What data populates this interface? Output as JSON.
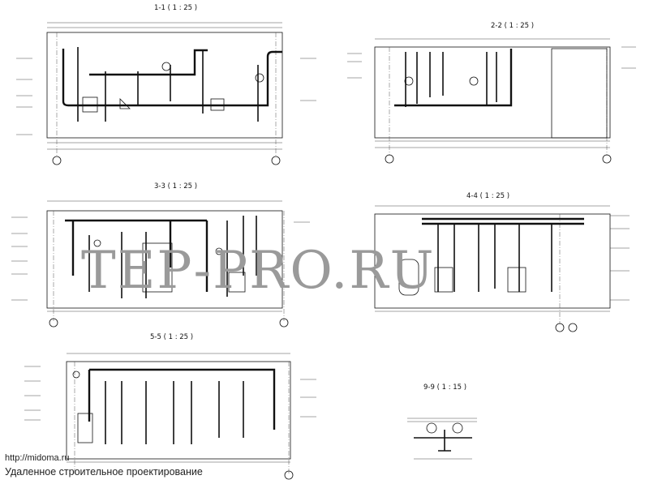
{
  "drawing": {
    "sections": [
      {
        "id": "s11",
        "title": "1-1 ( 1 : 25 )"
      },
      {
        "id": "s22",
        "title": "2-2 ( 1 : 25 )"
      },
      {
        "id": "s33",
        "title": "3-3 ( 1 : 25 )"
      },
      {
        "id": "s44",
        "title": "4-4 ( 1 : 25 )"
      },
      {
        "id": "s55",
        "title": "5-5 ( 1 : 25 )"
      },
      {
        "id": "s99",
        "title": "9-9 ( 1 : 15 )"
      }
    ],
    "watermark": "ТЕР-PRO.RU"
  },
  "footer": {
    "site": "http://midoma.ru",
    "caption": "Удаленное строительное проектирование"
  },
  "colors": {
    "ink": "#111111",
    "watermark": "#9a9a9a",
    "paper": "#ffffff"
  }
}
